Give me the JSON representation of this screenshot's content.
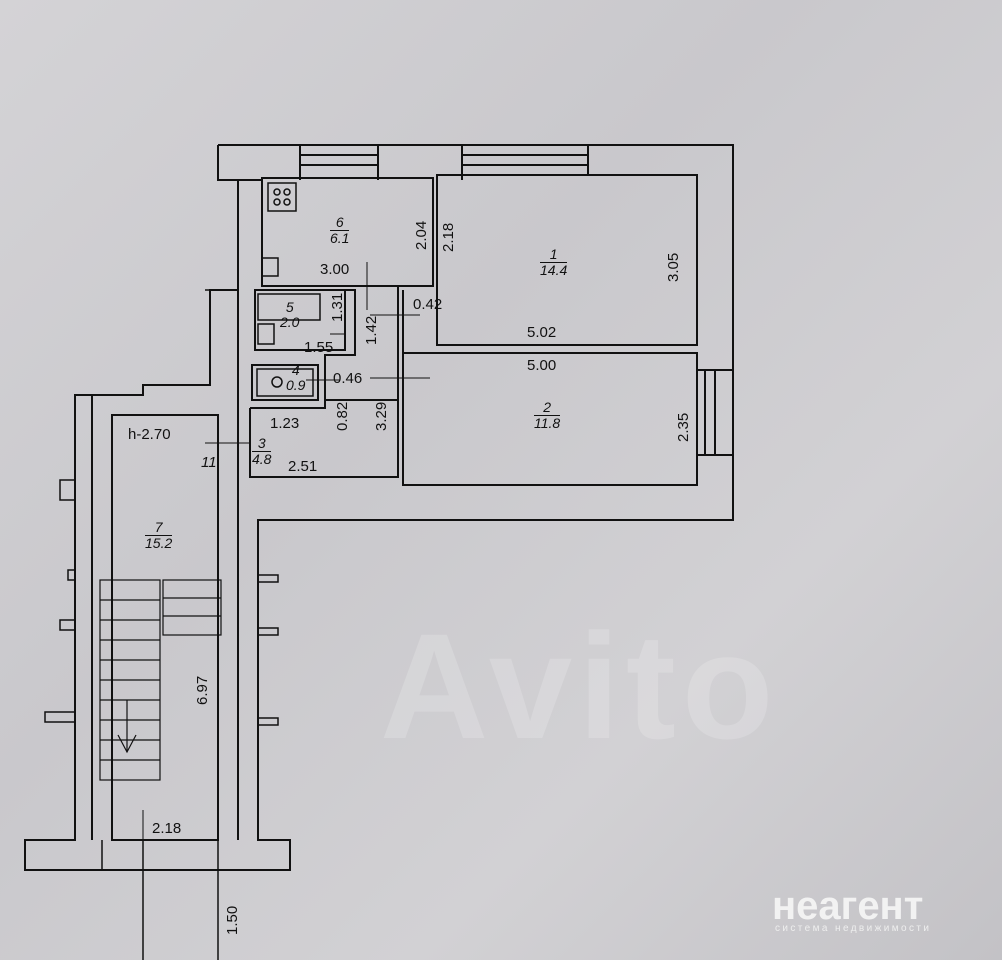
{
  "rooms": [
    {
      "number": "1",
      "area": "14.4"
    },
    {
      "number": "2",
      "area": "11.8"
    },
    {
      "number": "3",
      "area": "4.8"
    },
    {
      "number": "4",
      "area": "0.9"
    },
    {
      "number": "5",
      "area": "2.0"
    },
    {
      "number": "6",
      "area": "6.1"
    },
    {
      "number": "7",
      "area": "15.2"
    }
  ],
  "dimensions": {
    "d_2_04": "2.04",
    "d_2_18": "2.18",
    "d_3_05": "3.05",
    "d_3_00": "3.00",
    "d_0_42": "0.42",
    "d_1_31": "1.31",
    "d_1_42": "1.42",
    "d_1_55": "1.55",
    "d_5_02": "5.02",
    "d_5_00": "5.00",
    "d_0_46": "0.46",
    "d_0_82": "0.82",
    "d_3_29": "3.29",
    "d_2_35": "2.35",
    "d_1_23": "1.23",
    "d_2_51": "2.51",
    "d_11": "11",
    "d_6_97": "6.97",
    "d_2_18b": "2.18",
    "d_1_50": "1.50"
  },
  "ceiling_height": "h-2.70",
  "watermark": "Avito",
  "logo": {
    "name": "неагент",
    "tagline": "система недвижимости"
  }
}
